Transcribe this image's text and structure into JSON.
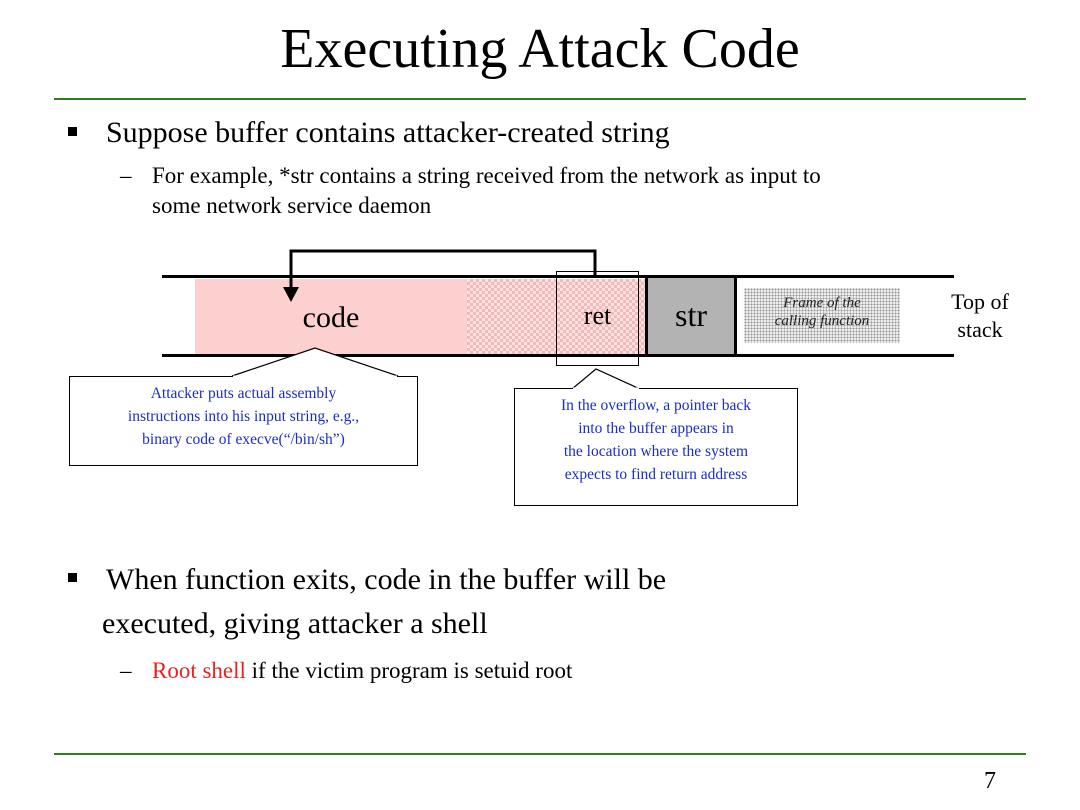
{
  "slide": {
    "title": "Executing Attack Code",
    "page_number": "7",
    "accent_color": "#2e7d1f",
    "highlight_color": "#e8221f",
    "callout_color": "#1a2dc9"
  },
  "bullets": [
    {
      "text": "Suppose buffer contains attacker-created string",
      "sub": {
        "dash": "–",
        "line1": "For example, *str contains a string received from the network as input to",
        "line2": "some network service daemon"
      }
    },
    {
      "line1": "When function exits, code in the buffer will be",
      "line2": "executed, giving attacker a shell",
      "sub": {
        "dash": "–",
        "highlight": "Root shell",
        "rest": " if the victim program is setuid root"
      }
    }
  ],
  "diagram": {
    "code_label": "code",
    "ret_label": "ret",
    "str_label": "str",
    "frame_label_line1": "Frame of the",
    "frame_label_line2": "calling function",
    "top_of_stack_line1": "Top of",
    "top_of_stack_line2": "stack",
    "callout_left": [
      "Attacker puts actual assembly",
      "instructions into his input string, e.g.,",
      "binary code of execve(“/bin/sh”)"
    ],
    "callout_right": [
      "In the overflow, a pointer back",
      "into the buffer appears in",
      "the location where the system",
      "expects to find return address"
    ]
  }
}
